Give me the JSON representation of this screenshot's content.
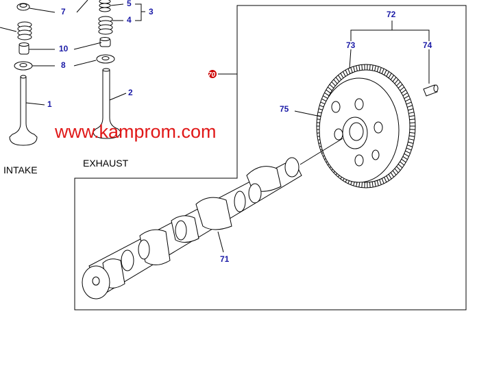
{
  "watermark": "www.kamprom.com",
  "labels": {
    "intake": "INTAKE",
    "exhaust": "EXHAUST"
  },
  "callouts": {
    "c7": "7",
    "c10": "10",
    "c8": "8",
    "c1": "1",
    "c5": "5",
    "c4": "4",
    "c3": "3",
    "c2": "2",
    "c70": "70",
    "c72": "72",
    "c73": "73",
    "c74": "74",
    "c75": "75",
    "c71": "71"
  },
  "colors": {
    "callout": "#1a1aa6",
    "watermark": "#e01818",
    "group_marker": "#cc0000"
  }
}
